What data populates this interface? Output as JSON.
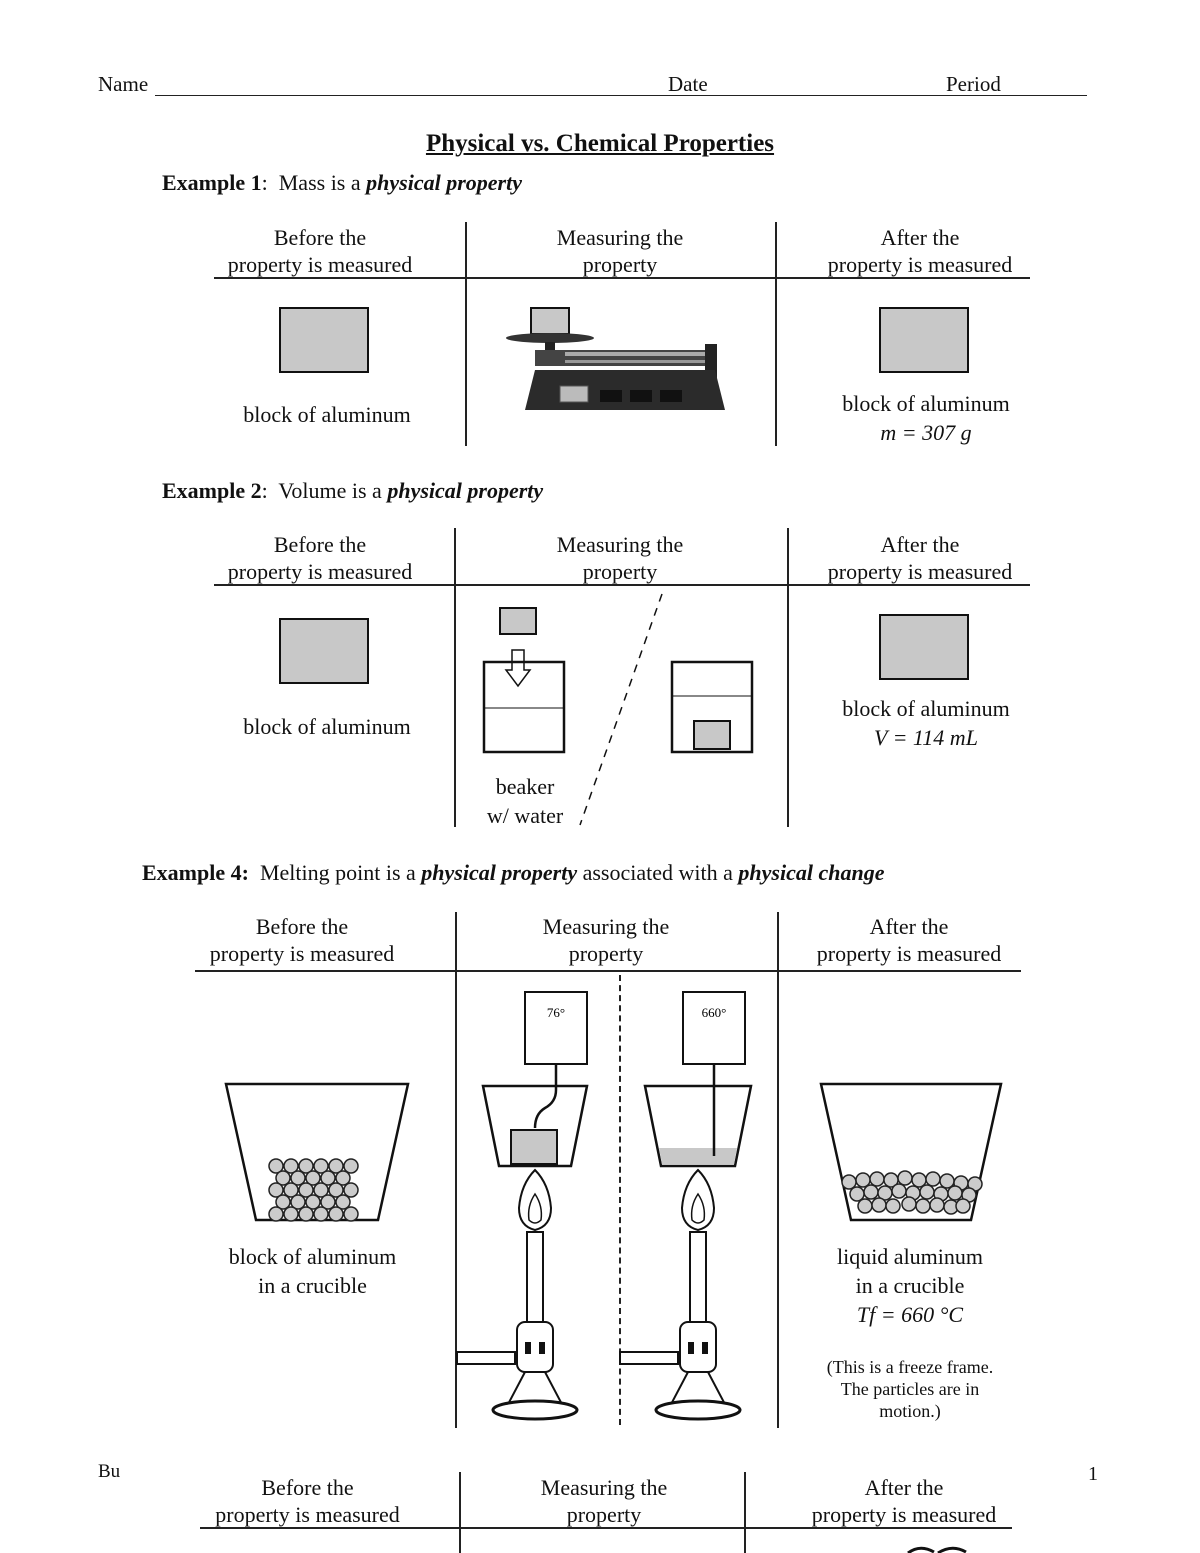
{
  "header": {
    "name_label": "Name",
    "date_label": "Date",
    "period_label": "Period"
  },
  "title": "Physical vs. Chemical Properties",
  "column_headers": {
    "before_l1": "Before the",
    "before_l2": "property is measured",
    "measuring_l1": "Measuring the",
    "measuring_l2": "property",
    "after_l1": "After the",
    "after_l2": "property is measured"
  },
  "example1": {
    "label": "Example 1",
    "text": "Mass is a",
    "emphasis": "physical property",
    "before_caption": "block of aluminum",
    "after_caption": "block of aluminum",
    "after_value": "m = 307 g"
  },
  "example2": {
    "label": "Example 2",
    "text": "Volume is a",
    "emphasis": "physical property",
    "before_caption": "block of aluminum",
    "beaker_l1": "beaker",
    "beaker_l2": "w/ water",
    "after_caption": "block of aluminum",
    "after_value": "V = 114 mL"
  },
  "example4": {
    "label": "Example 4:",
    "text": "Melting point is a",
    "emphasis1": "physical property",
    "text2": "associated with a",
    "emphasis2": "physical change",
    "before_l1": "block of aluminum",
    "before_l2": "in a crucible",
    "thermo1": "76°",
    "thermo2": "660°",
    "after_l1": "liquid aluminum",
    "after_l2": "in a crucible",
    "after_value": "Tf = 660 °C",
    "note_l1": "(This is a freeze frame.",
    "note_l2": "The particles are in",
    "note_l3": "motion.)"
  },
  "footer": {
    "left_text": "Bu",
    "page_number": "1"
  }
}
